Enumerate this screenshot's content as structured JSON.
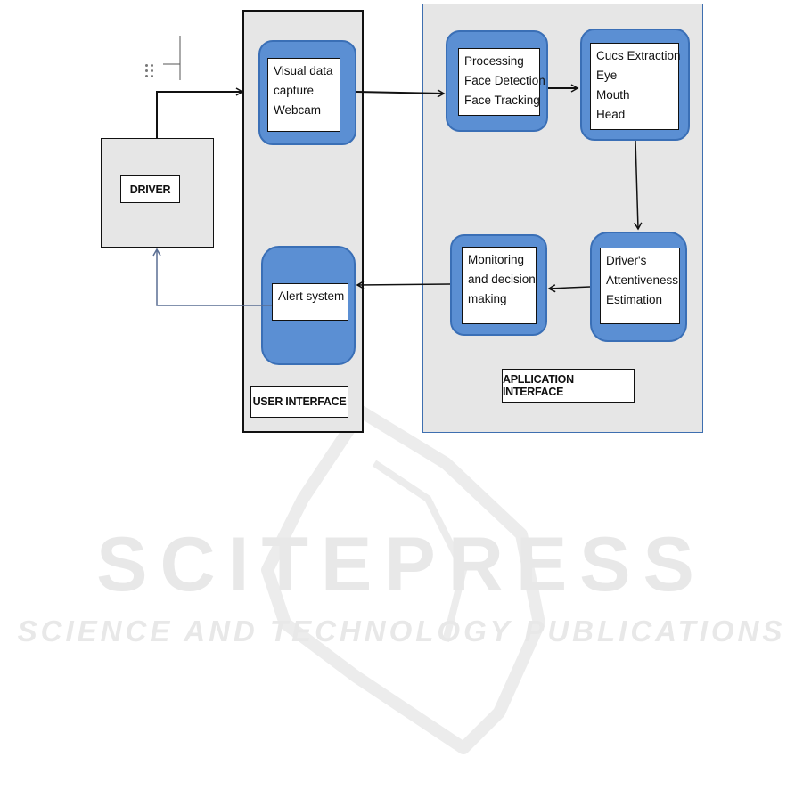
{
  "colors": {
    "panel_fill": "#e6e6e6",
    "blob_fill": "#5b8fd3",
    "blob_border": "#3a6fb6",
    "app_border": "#3e6fb0",
    "feedback_arrow": "#5a6e93",
    "watermark": "#e8e8e8"
  },
  "driver": {
    "label": "DRIVER"
  },
  "user_interface": {
    "label": "USER INTERFACE",
    "visual_capture": [
      "Visual data",
      "capture",
      "Webcam"
    ],
    "alert_system": [
      "Alert system"
    ]
  },
  "application_interface": {
    "label": "APLLICATION INTERFACE",
    "processing": [
      "Processing",
      "Face Detection",
      "Face Tracking"
    ],
    "cues": [
      "Cucs Extraction",
      "Eye",
      "Mouth",
      "Head"
    ],
    "attentiveness": [
      "Driver's",
      "Attentiveness",
      "Estimation"
    ],
    "monitoring": [
      "Monitoring",
      "and decision",
      "making"
    ]
  },
  "watermark": {
    "title": "SCITEPRESS",
    "subtitle": "SCIENCE AND TECHNOLOGY PUBLICATIONS"
  }
}
